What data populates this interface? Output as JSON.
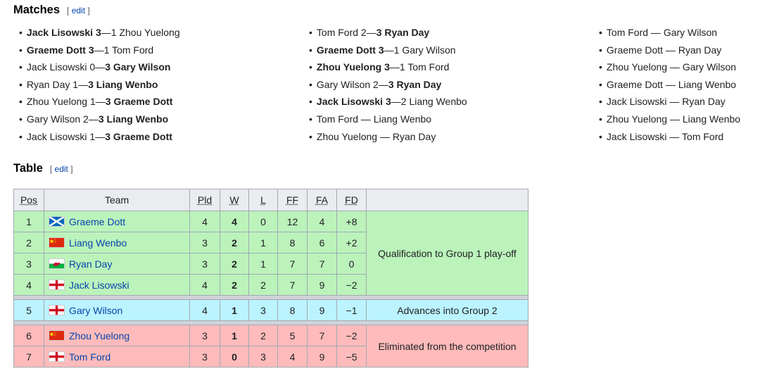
{
  "matches": {
    "title": "Matches",
    "edit_label": "edit",
    "col1": [
      {
        "p1": "Jack Lisowski",
        "s1": "3",
        "s2": "1",
        "p2": "Zhou Yuelong",
        "winner": 1
      },
      {
        "p1": "Graeme Dott",
        "s1": "3",
        "s2": "1",
        "p2": "Tom Ford",
        "winner": 1
      },
      {
        "p1": "Jack Lisowski",
        "s1": "0",
        "s2": "3",
        "p2": "Gary Wilson",
        "winner": 2
      },
      {
        "p1": "Ryan Day",
        "s1": "1",
        "s2": "3",
        "p2": "Liang Wenbo",
        "winner": 2
      },
      {
        "p1": "Zhou Yuelong",
        "s1": "1",
        "s2": "3",
        "p2": "Graeme Dott",
        "winner": 2
      },
      {
        "p1": "Gary Wilson",
        "s1": "2",
        "s2": "3",
        "p2": "Liang Wenbo",
        "winner": 2
      },
      {
        "p1": "Jack Lisowski",
        "s1": "1",
        "s2": "3",
        "p2": "Graeme Dott",
        "winner": 2
      }
    ],
    "col2": [
      {
        "p1": "Tom Ford",
        "s1": "2",
        "s2": "3",
        "p2": "Ryan Day",
        "winner": 2
      },
      {
        "p1": "Graeme Dott",
        "s1": "3",
        "s2": "1",
        "p2": "Gary Wilson",
        "winner": 1
      },
      {
        "p1": "Zhou Yuelong",
        "s1": "3",
        "s2": "1",
        "p2": "Tom Ford",
        "winner": 1
      },
      {
        "p1": "Gary Wilson",
        "s1": "2",
        "s2": "3",
        "p2": "Ryan Day",
        "winner": 2
      },
      {
        "p1": "Jack Lisowski",
        "s1": "3",
        "s2": "2",
        "p2": "Liang Wenbo",
        "winner": 1
      },
      {
        "p1": "Tom Ford",
        "s1": "",
        "s2": "",
        "p2": "Liang Wenbo",
        "winner": 0
      },
      {
        "p1": "Zhou Yuelong",
        "s1": "",
        "s2": "",
        "p2": "Ryan Day",
        "winner": 0
      }
    ],
    "col3": [
      {
        "p1": "Tom Ford",
        "s1": "",
        "s2": "",
        "p2": "Gary Wilson",
        "winner": 0
      },
      {
        "p1": "Graeme Dott",
        "s1": "",
        "s2": "",
        "p2": "Ryan Day",
        "winner": 0
      },
      {
        "p1": "Zhou Yuelong",
        "s1": "",
        "s2": "",
        "p2": "Gary Wilson",
        "winner": 0
      },
      {
        "p1": "Graeme Dott",
        "s1": "",
        "s2": "",
        "p2": "Liang Wenbo",
        "winner": 0
      },
      {
        "p1": "Jack Lisowski",
        "s1": "",
        "s2": "",
        "p2": "Ryan Day",
        "winner": 0
      },
      {
        "p1": "Zhou Yuelong",
        "s1": "",
        "s2": "",
        "p2": "Liang Wenbo",
        "winner": 0
      },
      {
        "p1": "Jack Lisowski",
        "s1": "",
        "s2": "",
        "p2": "Tom Ford",
        "winner": 0
      }
    ]
  },
  "table": {
    "title": "Table",
    "edit_label": "edit",
    "headers": {
      "pos": "Pos",
      "team": "Team",
      "pld": "Pld",
      "w": "W",
      "l": "L",
      "ff": "FF",
      "fa": "FA",
      "fd": "FD"
    },
    "rows": [
      {
        "pos": "1",
        "flag": "scotland-flag",
        "team": "Graeme Dott",
        "pld": "4",
        "w": "4",
        "l": "0",
        "ff": "12",
        "fa": "4",
        "fd": "+8"
      },
      {
        "pos": "2",
        "flag": "china-flag",
        "team": "Liang Wenbo",
        "pld": "3",
        "w": "2",
        "l": "1",
        "ff": "8",
        "fa": "6",
        "fd": "+2"
      },
      {
        "pos": "3",
        "flag": "wales-flag",
        "team": "Ryan Day",
        "pld": "3",
        "w": "2",
        "l": "1",
        "ff": "7",
        "fa": "7",
        "fd": "0"
      },
      {
        "pos": "4",
        "flag": "england-flag",
        "team": "Jack Lisowski",
        "pld": "4",
        "w": "2",
        "l": "2",
        "ff": "7",
        "fa": "9",
        "fd": "−2"
      },
      {
        "pos": "5",
        "flag": "england-flag",
        "team": "Gary Wilson",
        "pld": "4",
        "w": "1",
        "l": "3",
        "ff": "8",
        "fa": "9",
        "fd": "−1"
      },
      {
        "pos": "6",
        "flag": "china-flag",
        "team": "Zhou Yuelong",
        "pld": "3",
        "w": "1",
        "l": "2",
        "ff": "5",
        "fa": "7",
        "fd": "−2"
      },
      {
        "pos": "7",
        "flag": "england-flag",
        "team": "Tom Ford",
        "pld": "3",
        "w": "0",
        "l": "3",
        "ff": "4",
        "fa": "9",
        "fd": "−5"
      }
    ],
    "qualification": [
      "Qualification to Group 1 play-off",
      "Advances into Group 2",
      "Eliminated from the competition"
    ],
    "colors": {
      "qualify": "#bbf3bb",
      "advance": "#bbf3ff",
      "eliminated": "#ffbbbb"
    }
  }
}
